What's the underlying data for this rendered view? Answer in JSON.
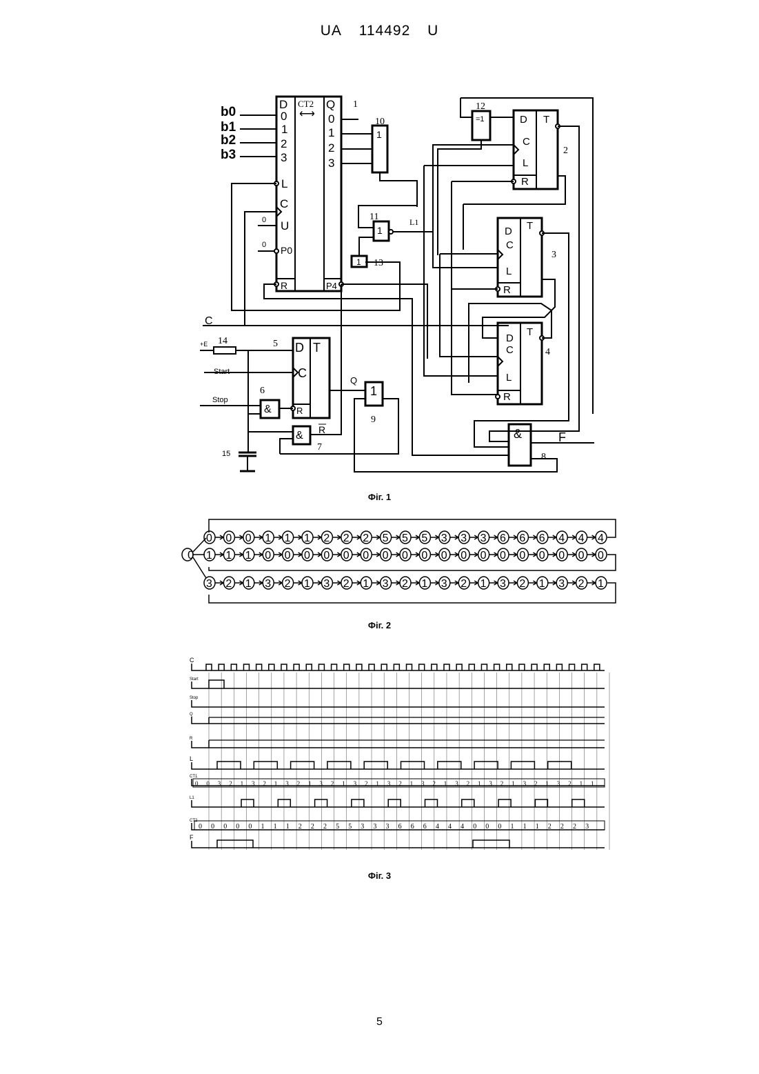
{
  "header": {
    "country": "UA",
    "number": "114492",
    "kind": "U"
  },
  "fig1": {
    "caption": "Фіг. 1",
    "inputs": [
      "b0",
      "b1",
      "b2",
      "b3"
    ],
    "counter": {
      "title": "CT2",
      "in_pins": [
        "D",
        "0",
        "1",
        "2",
        "3",
        "L",
        "C",
        "U",
        "P0",
        "R"
      ],
      "out_pins": [
        "Q",
        "0",
        "1",
        "2",
        "3",
        "P4"
      ],
      "u_level": "0",
      "p_level": "0"
    },
    "signals": {
      "c": "C",
      "start": "Start",
      "stop": "Stop",
      "e": "+E",
      "q": "Q",
      "rbar": "R",
      "l1": "L1",
      "f": "F"
    },
    "gate_symbols": {
      "or": "1",
      "and": "&",
      "xor": "=1"
    },
    "labels": [
      "1",
      "2",
      "3",
      "4",
      "5",
      "6",
      "7",
      "8",
      "9",
      "10",
      "11",
      "12",
      "13",
      "14",
      "15"
    ],
    "trigger_pins": {
      "d": "D",
      "c": "C",
      "l": "L",
      "r": "R",
      "t": "T"
    }
  },
  "fig2": {
    "caption": "Фіг. 2",
    "start": "0",
    "rows": [
      [
        "0",
        "0",
        "0",
        "1",
        "1",
        "1",
        "2",
        "2",
        "2",
        "5",
        "5",
        "5",
        "3",
        "3",
        "3",
        "6",
        "6",
        "6",
        "4",
        "4",
        "4"
      ],
      [
        "1",
        "1",
        "1",
        "0",
        "0",
        "0",
        "0",
        "0",
        "0",
        "0",
        "0",
        "0",
        "0",
        "0",
        "0",
        "0",
        "0",
        "0",
        "0",
        "0",
        "0"
      ],
      [
        "3",
        "2",
        "1",
        "3",
        "2",
        "1",
        "3",
        "2",
        "1",
        "3",
        "2",
        "1",
        "3",
        "2",
        "1",
        "3",
        "2",
        "1",
        "3",
        "2",
        "1"
      ]
    ]
  },
  "fig3": {
    "caption": "Фіг. 3",
    "signal_names": [
      "C",
      "Start",
      "Stop",
      "Q",
      "R",
      "L",
      "CT1",
      "L1",
      "CT2",
      "F"
    ],
    "ct1_values": [
      "0",
      "0",
      "3",
      "2",
      "1",
      "3",
      "2",
      "1",
      "3",
      "2",
      "1",
      "3",
      "2",
      "1",
      "3",
      "2",
      "1",
      "3",
      "2",
      "1",
      "3",
      "2",
      "1",
      "3",
      "2",
      "1",
      "3",
      "2",
      "1",
      "3",
      "2",
      "1",
      "3",
      "2",
      "1",
      "1"
    ],
    "ct2_values": [
      "0",
      "0",
      "0",
      "0",
      "0",
      "1",
      "1",
      "1",
      "2",
      "2",
      "2",
      "5",
      "5",
      "3",
      "3",
      "3",
      "6",
      "6",
      "6",
      "4",
      "4",
      "4",
      "0",
      "0",
      "0",
      "1",
      "1",
      "1",
      "2",
      "2",
      "2",
      "3"
    ]
  },
  "page_number": "5"
}
